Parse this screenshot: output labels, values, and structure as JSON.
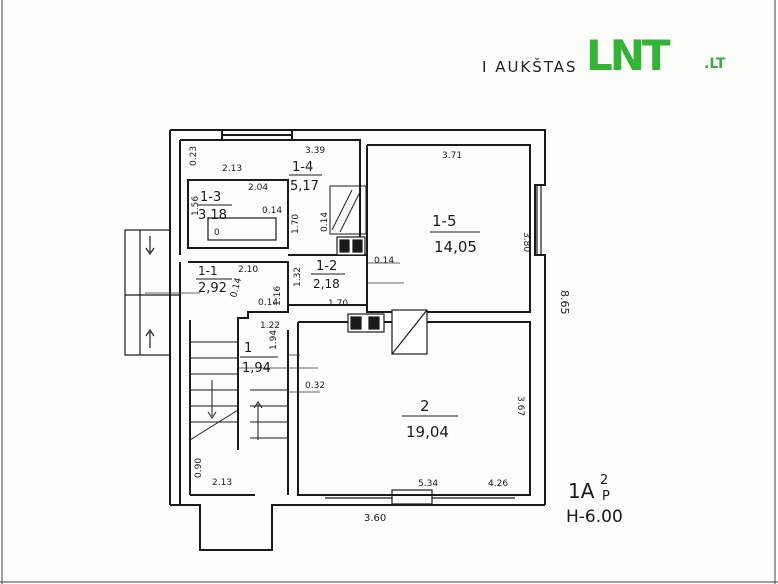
{
  "header": {
    "floor_title": "I AUKŠTAS",
    "logo_text": "LNT",
    "logo_tld": ".LT"
  },
  "colors": {
    "logo_green": "#35b337",
    "ink": "#1a1a1a",
    "paper": "#fdfdfc"
  },
  "rooms": [
    {
      "id": "1-1",
      "area": "2,92"
    },
    {
      "id": "1-2",
      "area": "2,18"
    },
    {
      "id": "1-3",
      "area": "3,18"
    },
    {
      "id": "1-4",
      "area": "5,17"
    },
    {
      "id": "1-5",
      "area": "14,05"
    },
    {
      "id": "1",
      "area": "1,94"
    },
    {
      "id": "2",
      "area": "19,04"
    }
  ],
  "dimensions": {
    "d_339": "3.39",
    "d_023": "0.23",
    "d_213": "2.13",
    "d_204": "2.04",
    "d_156": "1.56",
    "d_014a": "0.14",
    "d_170a": "1.70",
    "d_014b": "0.14",
    "d_371": "3.71",
    "d_380": "3.80",
    "d_210": "2.10",
    "d_132": "1.32",
    "d_116": "1.16",
    "d_014c": "0.14",
    "d_170b": "1.70",
    "d_014d": "0.14",
    "d_014e": "0.14",
    "d_865": "8.65",
    "d_122": "1.22",
    "d_194": "1.94",
    "d_032": "0.32",
    "d_367": "3.67",
    "d_090": "0.90",
    "d_213b": "2.13",
    "d_534": "5.34",
    "d_426": "4.26",
    "d_360": "3.60"
  },
  "stamp": {
    "code": "1A",
    "superscript": "2",
    "subscript": "P",
    "height_label": "H-6.00"
  },
  "small_labels": {
    "zero": "0"
  }
}
